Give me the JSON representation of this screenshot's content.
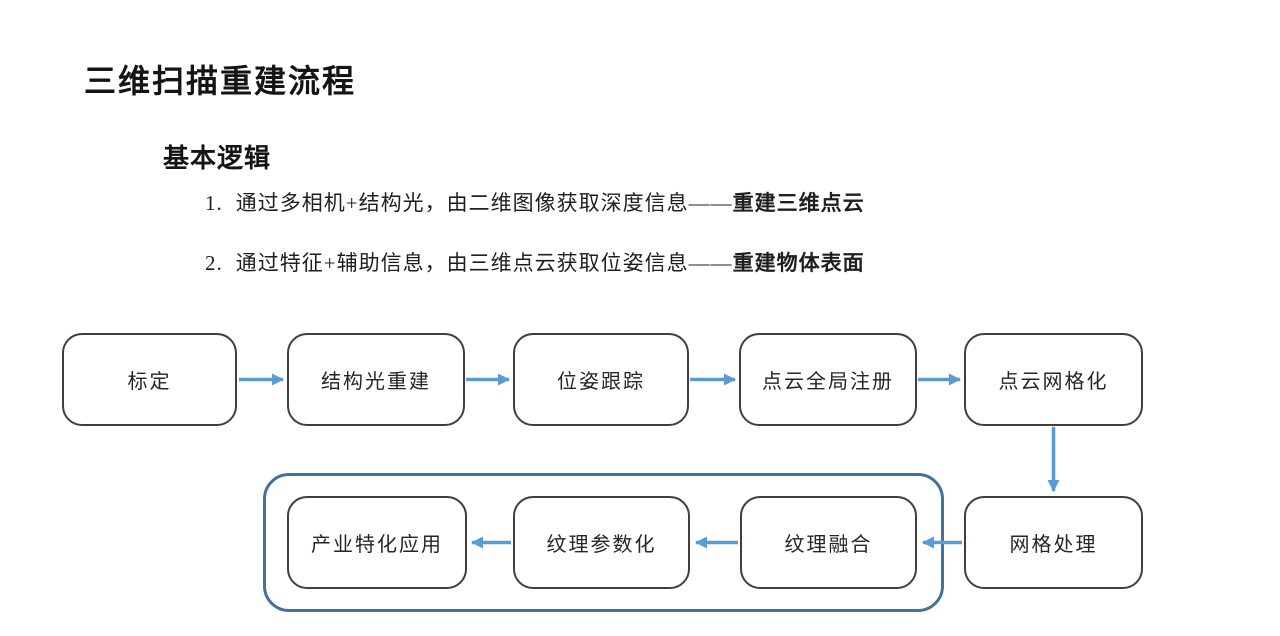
{
  "slide": {
    "title": "三维扫描重建流程",
    "section": {
      "heading": "基本逻辑",
      "items": [
        {
          "number": "1.",
          "text": "通过多相机+结构光，由二维图像获取深度信息——",
          "emphasis": "重建三维点云"
        },
        {
          "number": "2.",
          "text": "通过特征+辅助信息，由三维点云获取位姿信息——",
          "emphasis": "重建物体表面"
        }
      ]
    }
  },
  "flowchart": {
    "nodes": [
      {
        "label": "标定"
      },
      {
        "label": "结构光重建"
      },
      {
        "label": "位姿跟踪"
      },
      {
        "label": "点云全局注册"
      },
      {
        "label": "点云网格化"
      },
      {
        "label": "网格处理"
      },
      {
        "label": "纹理融合"
      },
      {
        "label": "纹理参数化"
      },
      {
        "label": "产业特化应用"
      }
    ]
  },
  "colors": {
    "background": "#FFFFFF",
    "text": "#1B1B1B",
    "node_border": "#3F3F3F",
    "node_fill": "#FFFFFF",
    "arrow": "#5B9BD5",
    "group_border": "#41719C"
  }
}
